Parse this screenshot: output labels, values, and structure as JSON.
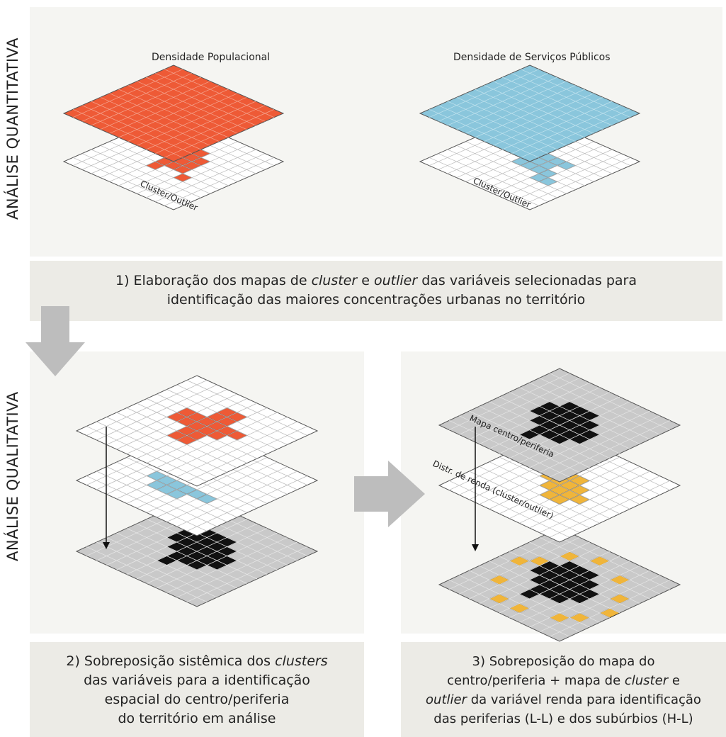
{
  "sections": {
    "quantitative_label": "ANÁLISE QUANTITATIVA",
    "qualitative_label": "ANÁLISE QUALITATIVA"
  },
  "top": {
    "left_title": "Densidade Populacional",
    "right_title": "Densidade de Serviços Públicos",
    "left_layer_label": "Cluster/Outlier",
    "right_layer_label": "Cluster/Outlier"
  },
  "step1": {
    "line1_a": "1) Elaboração dos mapas de ",
    "line1_b": "cluster",
    "line1_c": " e ",
    "line1_d": "outlier",
    "line1_e": " das variáveis selecionadas para",
    "line2": "identificação das  maiores concentrações urbanas no território"
  },
  "step2": {
    "l1_a": "2) Sobreposição sistêmica dos ",
    "l1_b": "clusters",
    "l2": "das variáveis para a identificação",
    "l3": "espacial do centro/periferia",
    "l4": "do território em análise"
  },
  "step3": {
    "l1": "3) Sobreposição do mapa do",
    "l2_a": "centro/periferia + mapa de ",
    "l2_b": "cluster",
    "l2_c": " e",
    "l3_a": "outlier",
    "l3_b": " da variável renda para identificação",
    "l4": "das periferias (L-L) e dos subúrbios (H-L)"
  },
  "right_panel": {
    "label_center_periphery": "Mapa centro/periferia",
    "label_income": "Distr. de renda (cluster/outlier)"
  },
  "colors": {
    "orange": "#ee5a36",
    "blue": "#8ac6dc",
    "black": "#111111",
    "yellow": "#f0b53a",
    "gray_layer": "#c9c9c9",
    "arrow": "#bdbdbd"
  }
}
